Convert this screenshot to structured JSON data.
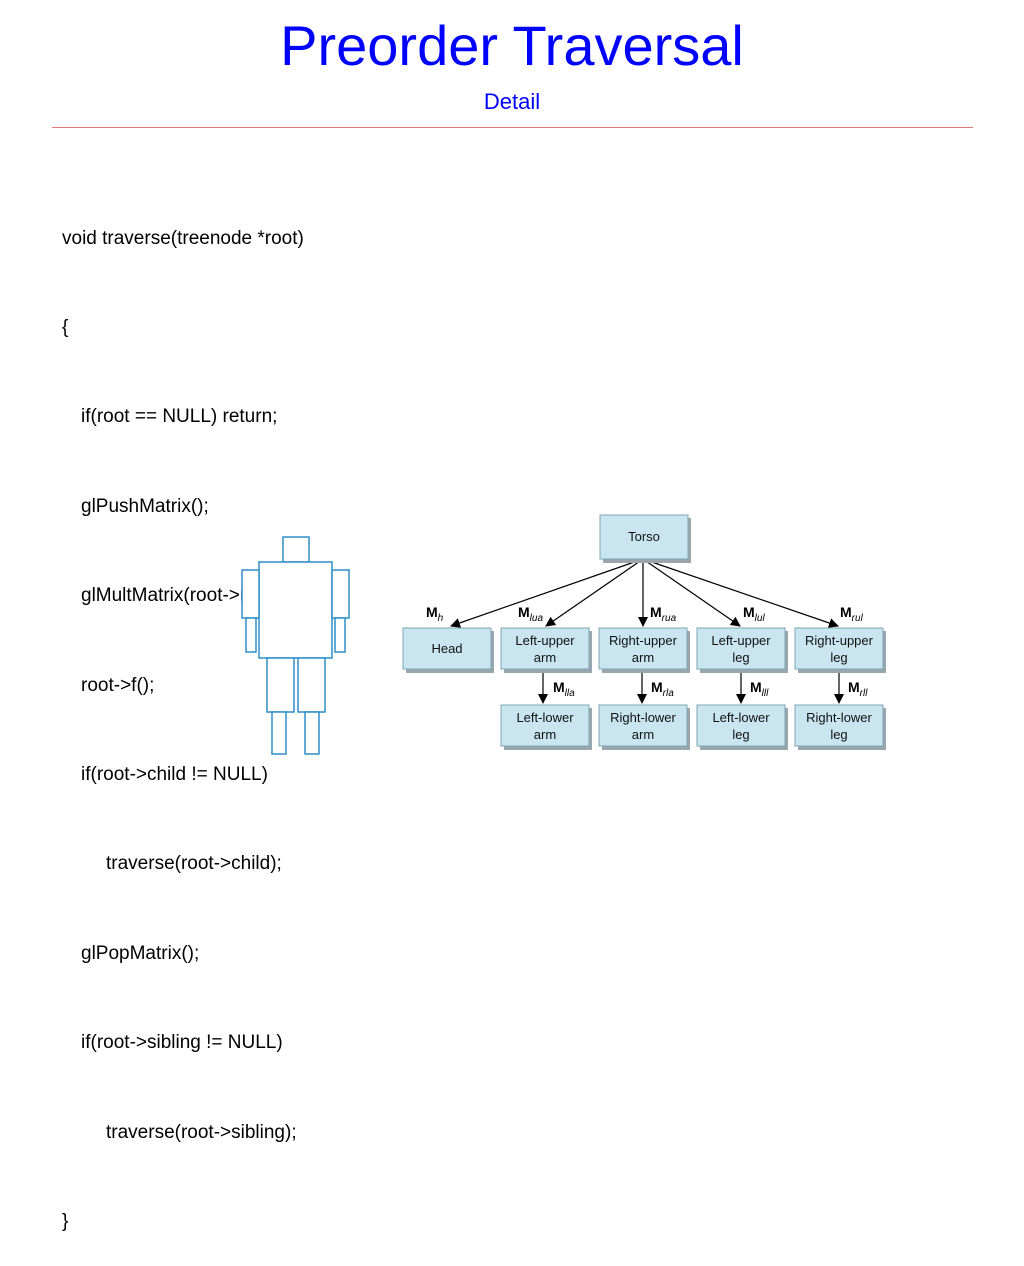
{
  "slide": {
    "title": "Preorder Traversal",
    "subtitle": "Detail"
  },
  "code": {
    "lines": [
      "void traverse(treenode *root)",
      "{",
      "if(root == NULL) return;",
      "glPushMatrix();",
      "glMultMatrix(root->m);",
      "root->f();",
      "if(root->child != NULL)",
      "traverse(root->child);",
      "glPopMatrix();",
      "if(root->sibling != NULL)",
      "traverse(root->sibling);",
      "}"
    ]
  },
  "tree": {
    "root": "Torso",
    "children": [
      {
        "label_line1": "Head",
        "label_line2": "",
        "matrix_sub": "h"
      },
      {
        "label_line1": "Left-upper",
        "label_line2": "arm",
        "matrix_sub": "lua",
        "child": {
          "label_line1": "Left-lower",
          "label_line2": "arm",
          "matrix_sub": "lla"
        }
      },
      {
        "label_line1": "Right-upper",
        "label_line2": "arm",
        "matrix_sub": "rua",
        "child": {
          "label_line1": "Right-lower",
          "label_line2": "arm",
          "matrix_sub": "rla"
        }
      },
      {
        "label_line1": "Left-upper",
        "label_line2": "leg",
        "matrix_sub": "lul",
        "child": {
          "label_line1": "Left-lower",
          "label_line2": "leg",
          "matrix_sub": "lll"
        }
      },
      {
        "label_line1": "Right-upper",
        "label_line2": "leg",
        "matrix_sub": "rul",
        "child": {
          "label_line1": "Right-lower",
          "label_line2": "leg",
          "matrix_sub": "rll"
        }
      }
    ],
    "matrix_symbol": "M"
  },
  "colors": {
    "title": "#0000ff",
    "rule": "#e87878",
    "node_fill": "#c9e5ef",
    "figure_stroke": "#2e8fc8"
  }
}
